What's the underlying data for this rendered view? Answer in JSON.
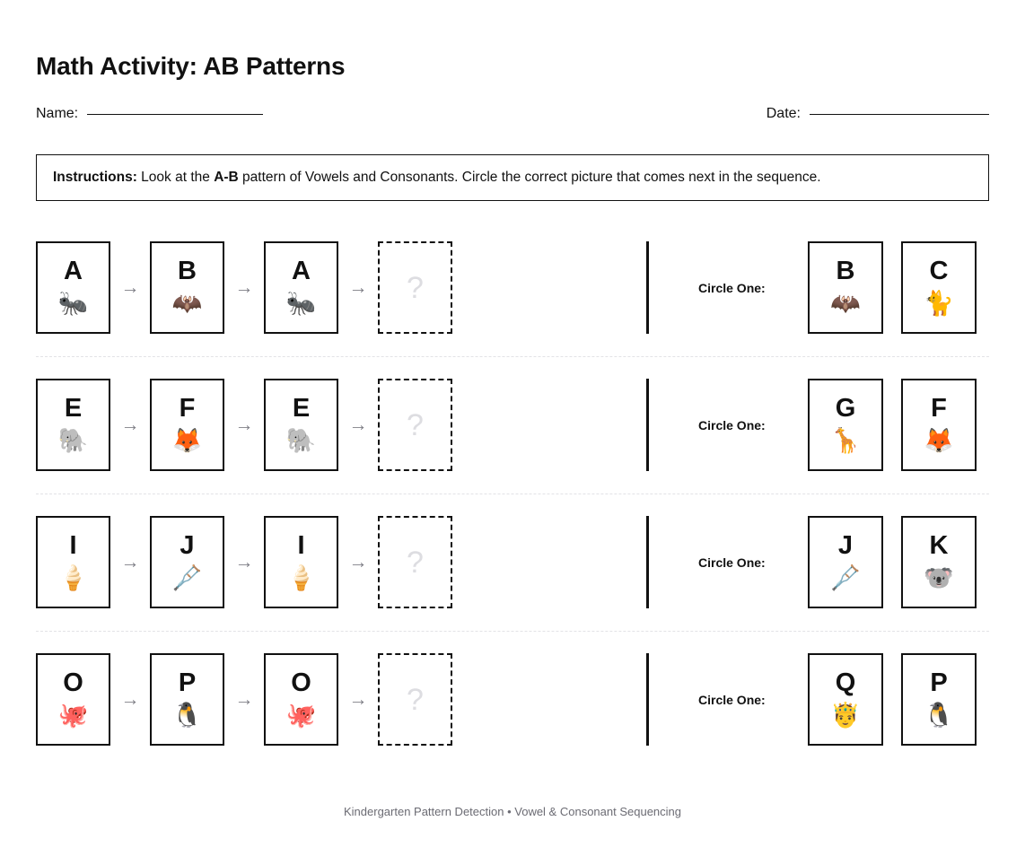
{
  "header": {
    "title": "Math Activity: AB Patterns",
    "name_label": "Name:",
    "date_label": "Date:"
  },
  "instructions": {
    "label": "Instructions:",
    "text_before": " Look at the ",
    "pattern": "A-B",
    "text_after": " pattern of Vowels and Consonants. Circle the correct picture that comes next in the sequence."
  },
  "icons": {
    "arrow": "→",
    "mystery": "?"
  },
  "labels": {
    "circle_one": "Circle One:"
  },
  "problems": [
    {
      "sequence": [
        {
          "letter": "A",
          "emoji": "🐜",
          "icon_name": "ant-emoji"
        },
        {
          "letter": "B",
          "emoji": "🦇",
          "icon_name": "bat-emoji"
        },
        {
          "letter": "A",
          "emoji": "🐜",
          "icon_name": "ant-emoji"
        }
      ],
      "answers": [
        {
          "letter": "B",
          "emoji": "🦇",
          "icon_name": "bat-emoji"
        },
        {
          "letter": "C",
          "emoji": "🐈",
          "icon_name": "cat-emoji"
        }
      ]
    },
    {
      "sequence": [
        {
          "letter": "E",
          "emoji": "🐘",
          "icon_name": "elephant-emoji"
        },
        {
          "letter": "F",
          "emoji": "🦊",
          "icon_name": "fox-emoji"
        },
        {
          "letter": "E",
          "emoji": "🐘",
          "icon_name": "elephant-emoji"
        }
      ],
      "answers": [
        {
          "letter": "G",
          "emoji": "🦒",
          "icon_name": "giraffe-emoji"
        },
        {
          "letter": "F",
          "emoji": "🦊",
          "icon_name": "fox-emoji"
        }
      ]
    },
    {
      "sequence": [
        {
          "letter": "I",
          "emoji": "🍦",
          "icon_name": "ice-cream-emoji"
        },
        {
          "letter": "J",
          "emoji": "🩼",
          "icon_name": "jellyfish-emoji"
        },
        {
          "letter": "I",
          "emoji": "🍦",
          "icon_name": "ice-cream-emoji"
        }
      ],
      "answers": [
        {
          "letter": "J",
          "emoji": "🩼",
          "icon_name": "jellyfish-emoji"
        },
        {
          "letter": "K",
          "emoji": "🐨",
          "icon_name": "koala-emoji"
        }
      ]
    },
    {
      "sequence": [
        {
          "letter": "O",
          "emoji": "🐙",
          "icon_name": "octopus-emoji"
        },
        {
          "letter": "P",
          "emoji": "🐧",
          "icon_name": "penguin-emoji"
        },
        {
          "letter": "O",
          "emoji": "🐙",
          "icon_name": "octopus-emoji"
        }
      ],
      "answers": [
        {
          "letter": "Q",
          "emoji": "🤴",
          "icon_name": "queen-emoji"
        },
        {
          "letter": "P",
          "emoji": "🐧",
          "icon_name": "penguin-emoji"
        }
      ]
    }
  ],
  "footer": {
    "text": "Kindergarten Pattern Detection • Vowel & Consonant Sequencing"
  }
}
